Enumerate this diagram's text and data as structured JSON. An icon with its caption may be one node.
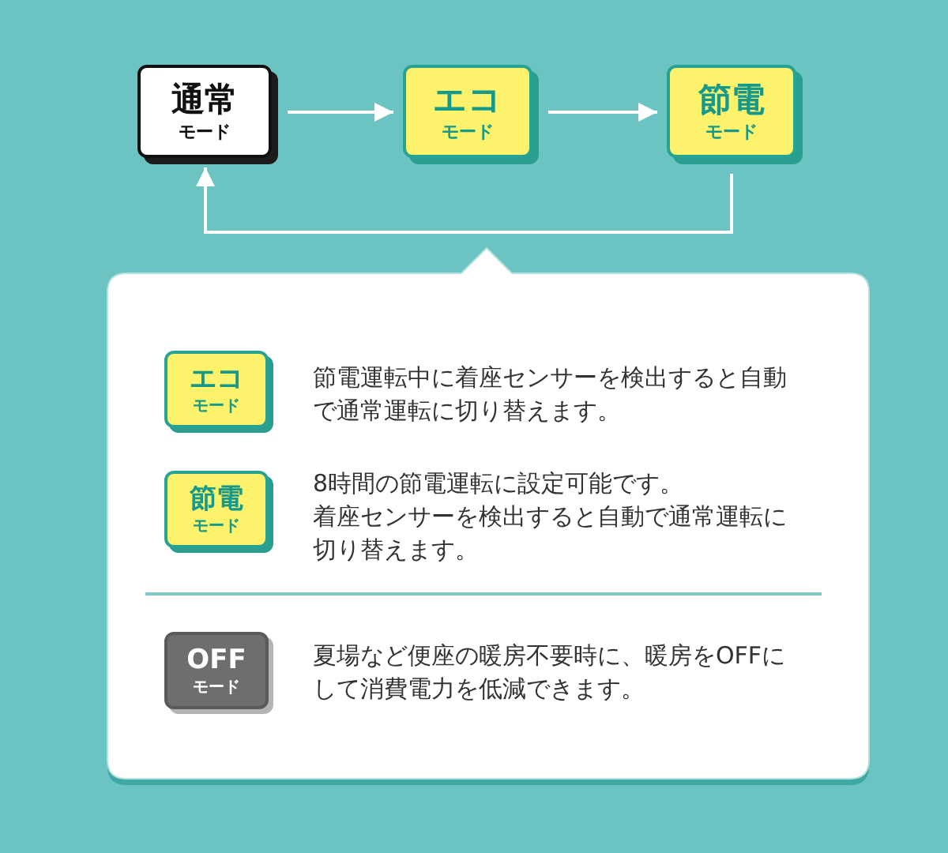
{
  "diagram": {
    "nodes": [
      {
        "text": [
          "通常",
          "モード"
        ]
      },
      {
        "text": [
          "エコ",
          "モード"
        ]
      },
      {
        "text": [
          "節電",
          "モード"
        ]
      },
      {
        "text": [],
        "shape": "box"
      },
      {
        "text": [
          "エコ",
          "モード"
        ],
        "in": 3,
        "beside": [
          "節電運転中に着座センサーを検出すると自動で通常運転に切り替えます。"
        ]
      },
      {
        "text": [
          "節電",
          "モード"
        ],
        "in": 3,
        "beside": [
          "8時間の節電運転に設定可能です。",
          "着座センサーを検出すると自動で通常運転に切り替えます。"
        ]
      },
      {
        "text": [
          "OFF",
          "モード"
        ],
        "in": 3,
        "beside": [
          "夏場など便座の暖房不要時に、暖房をOFFにして消費電力を低減できます。"
        ]
      }
    ],
    "edges": [
      {
        "from": 0,
        "to": 1,
        "arrow": "to"
      },
      {
        "from": 1,
        "to": 2,
        "arrow": "to"
      },
      {
        "from": 2,
        "to": 0,
        "arrow": "to"
      }
    ]
  }
}
